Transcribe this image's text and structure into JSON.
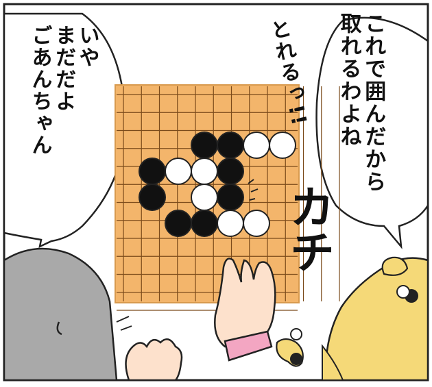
{
  "dialogue": {
    "right_bubble_lines": [
      "これで囲んだから",
      "取れるわよね"
    ],
    "left_bubble_lines": [
      "いや",
      "まだだよ",
      "ごあんちゃん"
    ]
  },
  "sound_effects": {
    "excited": "とれるっ!!",
    "stone_click": "カチ"
  },
  "go_board": {
    "size": 13,
    "board_color": "#f3b56b",
    "stones": [
      {
        "row": 3,
        "col": 3,
        "color": "black"
      },
      {
        "row": 3,
        "col": 4,
        "color": "black"
      },
      {
        "row": 3,
        "col": 5,
        "color": "white"
      },
      {
        "row": 3,
        "col": 6,
        "color": "white"
      },
      {
        "row": 4,
        "col": 1,
        "color": "black"
      },
      {
        "row": 4,
        "col": 2,
        "color": "white"
      },
      {
        "row": 4,
        "col": 3,
        "color": "white"
      },
      {
        "row": 4,
        "col": 4,
        "color": "black"
      },
      {
        "row": 5,
        "col": 1,
        "color": "black"
      },
      {
        "row": 5,
        "col": 3,
        "color": "white"
      },
      {
        "row": 5,
        "col": 4,
        "color": "black"
      },
      {
        "row": 6,
        "col": 2,
        "color": "black"
      },
      {
        "row": 6,
        "col": 3,
        "color": "black"
      },
      {
        "row": 6,
        "col": 4,
        "color": "white"
      },
      {
        "row": 6,
        "col": 5,
        "color": "white"
      }
    ]
  },
  "colors": {
    "hair_yellow": "#f5d978",
    "skin": "#fde1cc",
    "sleeve_pink": "#f3a6c2",
    "grey_hair": "#a9a9a9"
  }
}
